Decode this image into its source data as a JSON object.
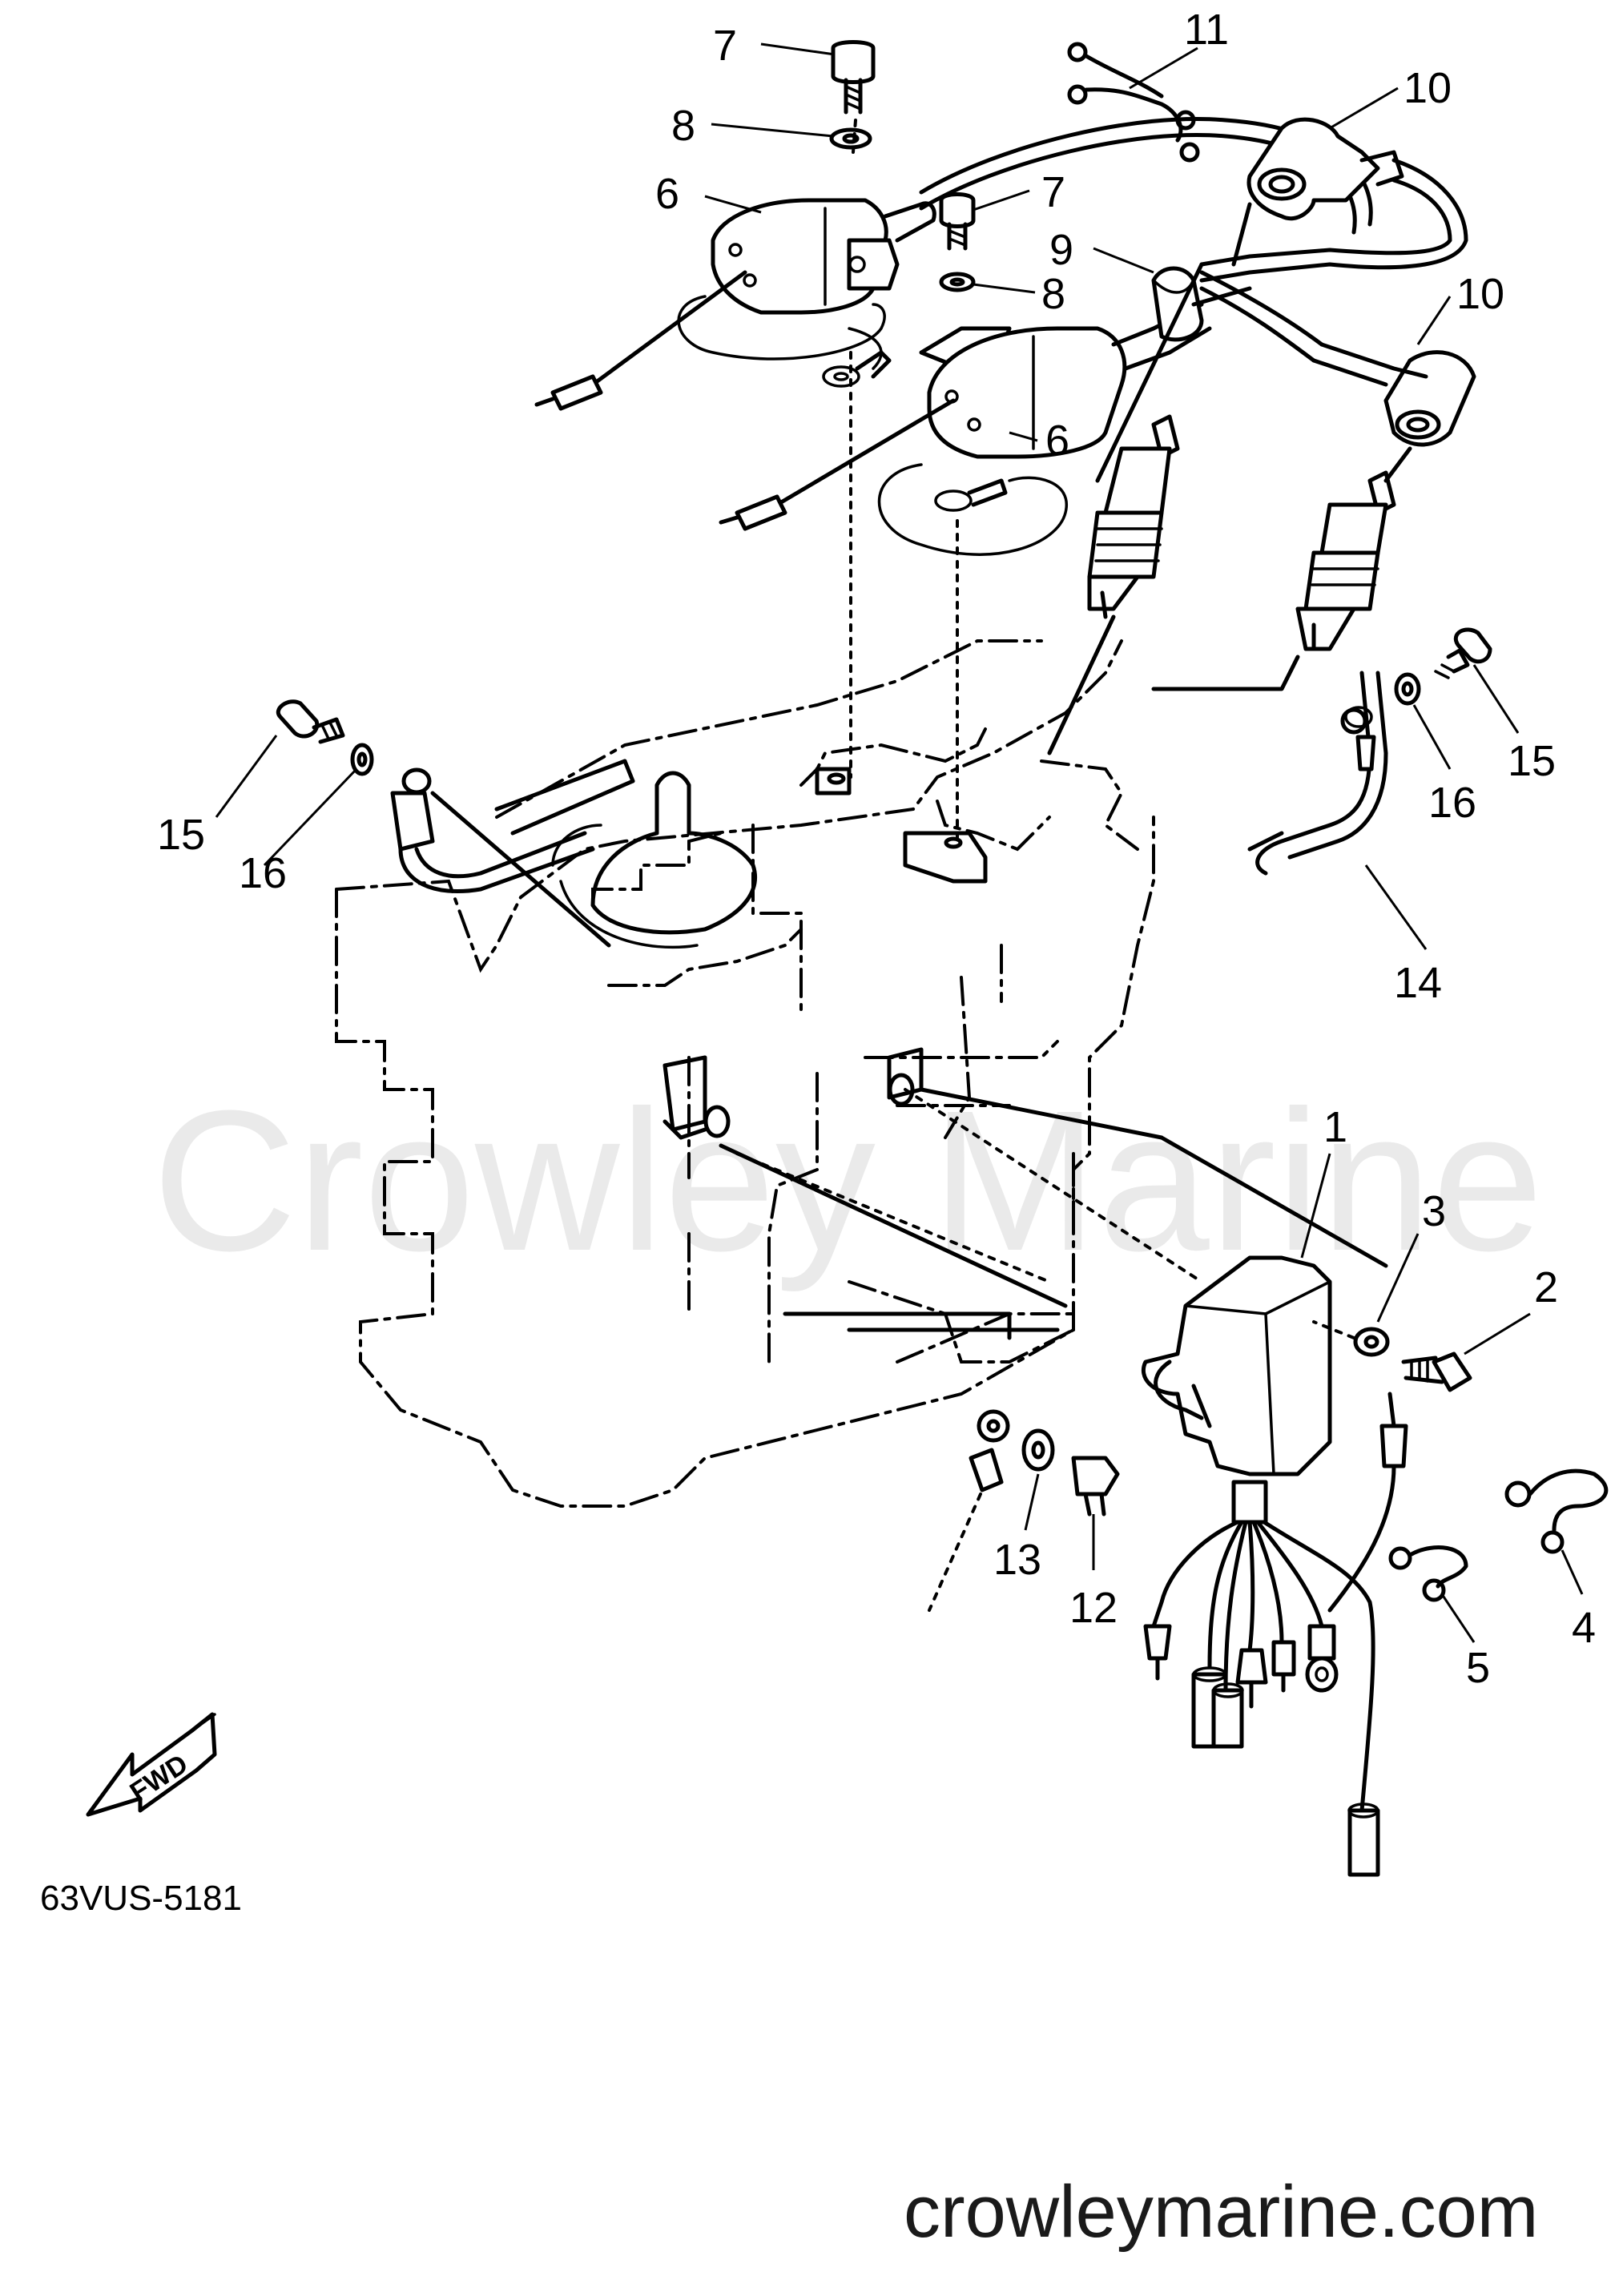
{
  "diagram": {
    "callouts": [
      "7",
      "8",
      "6",
      "11",
      "10",
      "7",
      "9",
      "8",
      "10",
      "6",
      "15",
      "16",
      "15",
      "16",
      "14",
      "1",
      "3",
      "2",
      "13",
      "12",
      "4",
      "5"
    ],
    "fwd_label": "FWD",
    "drawing_code": "63VUS-5181",
    "watermark": "Crowley Marine",
    "site": "crowleymarine.com"
  }
}
